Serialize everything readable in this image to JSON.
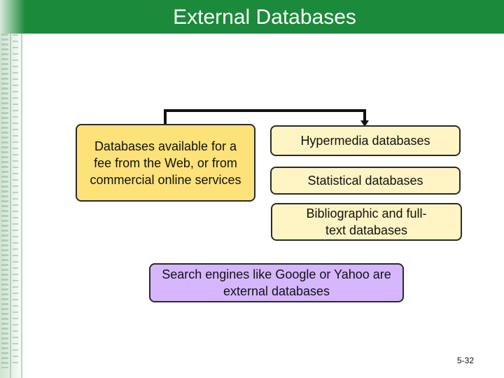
{
  "slide": {
    "title": "External Databases",
    "source_box": "Databases available for a fee from the Web, or from commercial online services",
    "types": [
      "Hypermedia databases",
      "Statistical databases",
      "Bibliographic and full-text databases"
    ],
    "note": "Search engines like Google or Yahoo are external databases",
    "page_number": "5-32"
  },
  "colors": {
    "title_bar": "#1b8a3a",
    "source_fill": "#fde27a",
    "type_fill": "#fff5c4",
    "note_fill": "#d6b7ff"
  }
}
